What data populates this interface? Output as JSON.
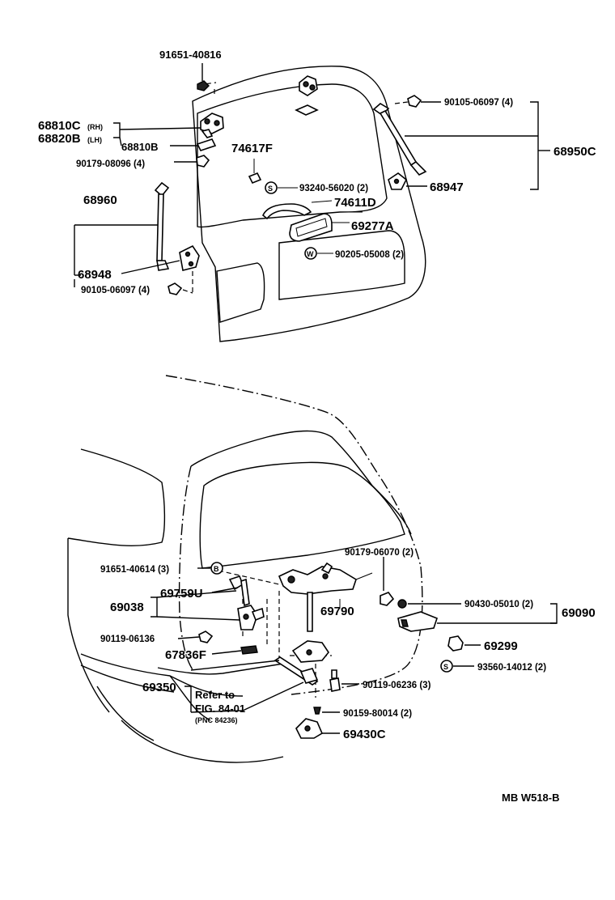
{
  "top": {
    "p91651_40816": "91651-40816",
    "p68810C": "68810C",
    "rh": "(RH)",
    "p68820B": "68820B",
    "lh": "(LH)",
    "p68810B": "68810B",
    "p90179_08096": "90179-08096 (4)",
    "p74617F": "74617F",
    "p93240_56020": "93240-56020 (2)",
    "p74611D": "74611D",
    "p69277A": "69277A",
    "p90205_05008": "90205-05008 (2)",
    "p68960": "68960",
    "p68948": "68948",
    "p90105_06097_left": "90105-06097 (4)",
    "p90105_06097_right": "90105-06097 (4)",
    "p68950C": "68950C",
    "p68947": "68947"
  },
  "bottom": {
    "p91651_40614": "91651-40614 (3)",
    "p69759U": "69759U",
    "p69038": "69038",
    "p90119_06136": "90119-06136",
    "p67836F": "67836F",
    "p69350": "69350",
    "refer1": "Refer to",
    "refer2": "FIG. 84-01",
    "refer3": "(PNC 84236)",
    "p90179_06070": "90179-06070 (2)",
    "p69790": "69790",
    "p90430_05010": "90430-05010 (2)",
    "p69090": "69090",
    "p69299": "69299",
    "p93560_14012": "93560-14012 (2)",
    "p90119_06236": "90119-06236 (3)",
    "p90159_80014": "90159-80014 (2)",
    "p69430C": "69430C"
  },
  "code": "MB W518-B"
}
